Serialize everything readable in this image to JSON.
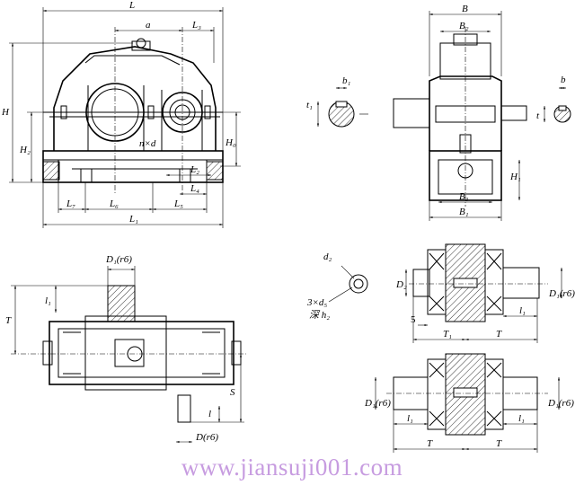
{
  "labels": {
    "L": "L",
    "a": "a",
    "L3": "L₃",
    "H": "H",
    "H2": "H₂",
    "H0": "H₀",
    "nxd": "n×d",
    "L2": "L₂",
    "L4": "L₄",
    "L7": "L₇",
    "L6": "L₆",
    "L5": "L₅",
    "L1": "L₁",
    "B": "B",
    "B2": "B₂",
    "B3": "B₃",
    "B1": "B₁",
    "H1": "H₁",
    "b1": "b₁",
    "t1": "t₁",
    "b": "b",
    "t": "t",
    "D1r6_top": "D₁(r6)",
    "l1_left": "l₁",
    "T_left": "T",
    "S": "S",
    "l_left": "l",
    "Dr6": "D(r6)",
    "d2": "d₂",
    "d5": "3×d₅",
    "h2": "深 h₂",
    "D2": "D₂",
    "D1r6_right": "D₁(r6)",
    "l1_r1": "l₁",
    "five": "5",
    "T1": "T₁",
    "T_r1": "T",
    "D1r6_r2a": "D₁(r6)",
    "D1r6_r2b": "D₁(r6)",
    "l1_r2a": "l₁",
    "l1_r2b": "l₁",
    "T_r2a": "T",
    "T_r2b": "T"
  },
  "watermark": "www.jiansuji001.com"
}
